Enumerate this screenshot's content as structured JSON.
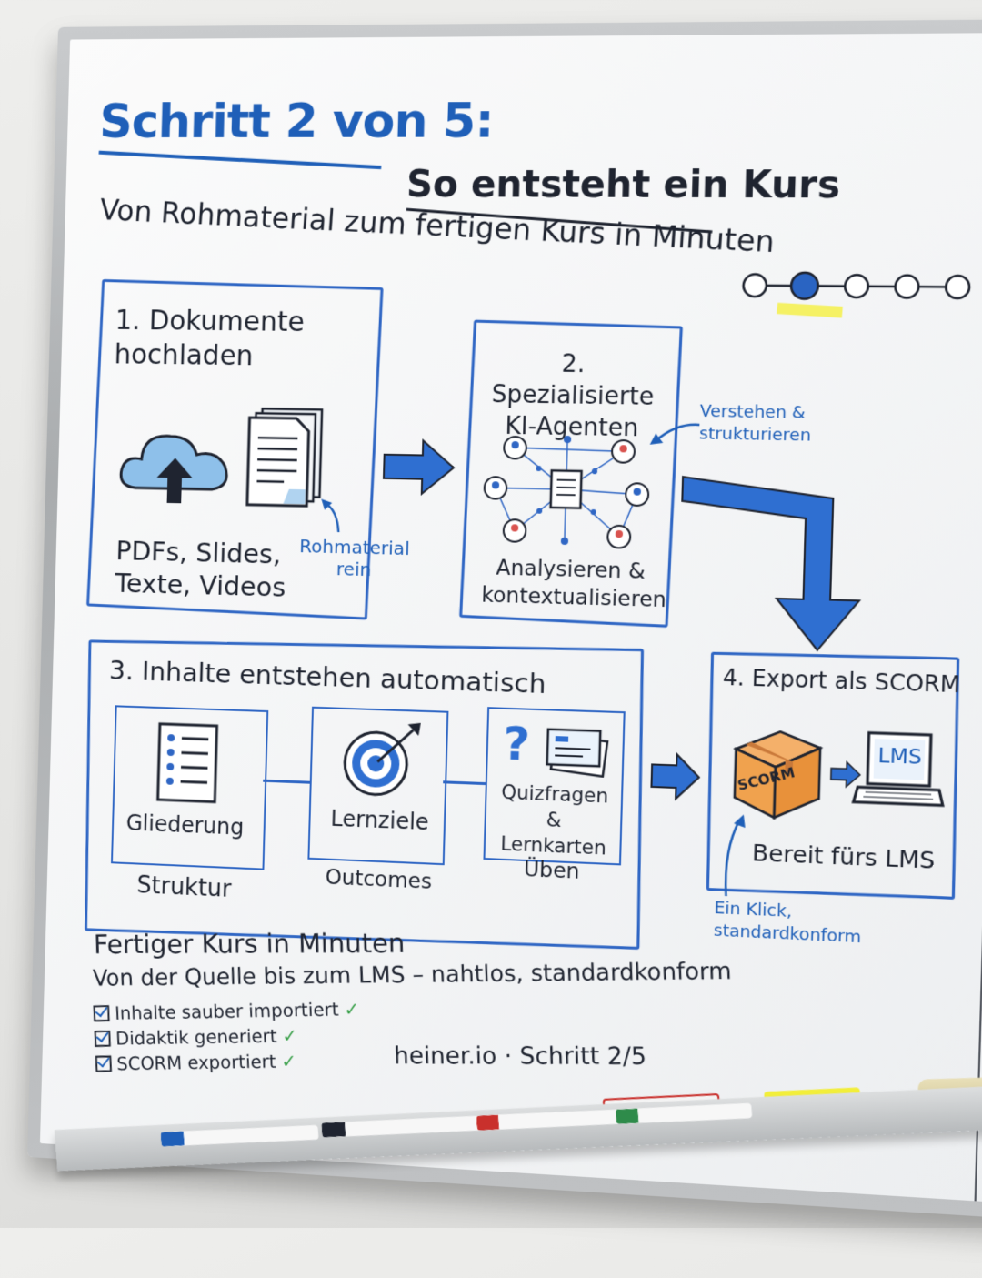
{
  "title": {
    "step": "Schritt 2 von 5:",
    "main": "So entsteht ein Kurs",
    "subtitle": "Von Rohmaterial zum fertigen Kurs in Minuten"
  },
  "progress": {
    "current": 2,
    "total": 5
  },
  "steps": {
    "upload": {
      "heading": "1. Dokumente hochladen",
      "caption_line1": "PDFs, Slides,",
      "caption_line2": "Texte, Videos",
      "note": "Rohmaterial rein"
    },
    "agents": {
      "heading": "2. Spezialisierte KI-Agenten",
      "caption": "Analysieren & kontextualisieren",
      "note": "Verstehen & strukturieren"
    },
    "content": {
      "heading": "3. Inhalte entstehen automatisch",
      "items": [
        {
          "label": "Gliederung",
          "sub": "Struktur"
        },
        {
          "label": "Lernziele",
          "sub": "Outcomes"
        },
        {
          "label": "Quizfragen & Lernkarten",
          "sub": "Üben"
        }
      ]
    },
    "export": {
      "heading": "4. Export als SCORM",
      "package_label": "SCORM",
      "lms_label": "LMS",
      "caption": "Bereit fürs LMS",
      "note": "Ein Klick, standardkonform"
    }
  },
  "summary": {
    "title": "Fertiger Kurs in Minuten",
    "line": "Von der Quelle bis zum LMS – nahtlos, standardkonform",
    "checks": [
      "Inhalte sauber importiert",
      "Didaktik generiert",
      "SCORM exportiert"
    ],
    "tick": "✓"
  },
  "footer": "heiner.io · Schritt 2/5",
  "colors": {
    "accent": "#1f5fb8",
    "ink": "#1f2430",
    "highlight": "#f4f04a",
    "check": "#3aa04a"
  }
}
